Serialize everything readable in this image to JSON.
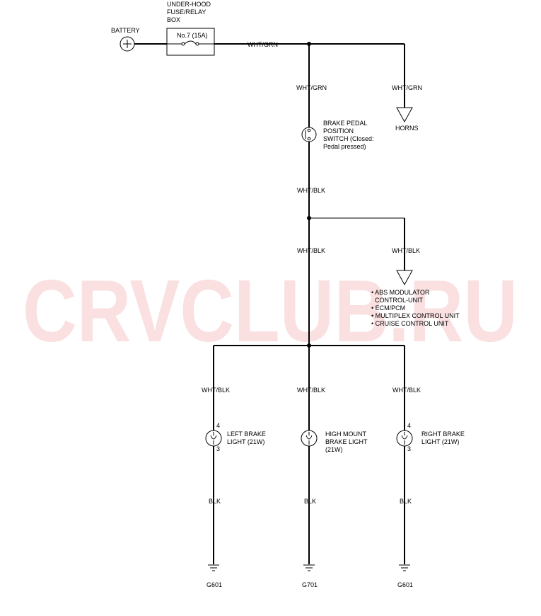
{
  "watermark": "CRVCLUB.RU",
  "battery": {
    "label": "BATTERY"
  },
  "fuse_box": {
    "line1": "UNDER-HOOD",
    "line2": "FUSE/RELAY",
    "line3": "BOX",
    "fuse_label": "No.7 (15A)"
  },
  "wires": {
    "main": "WHT/GRN",
    "to_switch": "WHT/GRN",
    "to_horns": "WHT/GRN",
    "after_switch": "WHT/BLK",
    "trunk_lower": "WHT/BLK",
    "to_modules": "WHT/BLK",
    "left": "WHT/BLK",
    "center": "WHT/BLK",
    "right": "WHT/BLK",
    "ground_left": "BLK",
    "ground_center": "BLK",
    "ground_right": "BLK"
  },
  "horns": {
    "label": "HORNS"
  },
  "switch": {
    "line1": "BRAKE PEDAL",
    "line2": "POSITION",
    "line3": "SWITCH (Closed:",
    "line4": "Pedal pressed)"
  },
  "modules": [
    "ABS MODULATOR",
    "CONTROL-UNIT",
    "ECM/PCM",
    "MULTIPLEX CONTROL UNIT",
    "CRUISE CONTROL UNIT"
  ],
  "lights": {
    "left": {
      "line1": "LEFT BRAKE",
      "line2": "LIGHT (21W)",
      "pin_top": "4",
      "pin_bottom": "3"
    },
    "center": {
      "line1": "HIGH MOUNT",
      "line2": "BRAKE LIGHT",
      "line3": "(21W)"
    },
    "right": {
      "line1": "RIGHT BRAKE",
      "line2": "LIGHT (21W)",
      "pin_top": "4",
      "pin_bottom": "3"
    }
  },
  "grounds": {
    "left": "G601",
    "center": "G701",
    "right": "G601"
  }
}
